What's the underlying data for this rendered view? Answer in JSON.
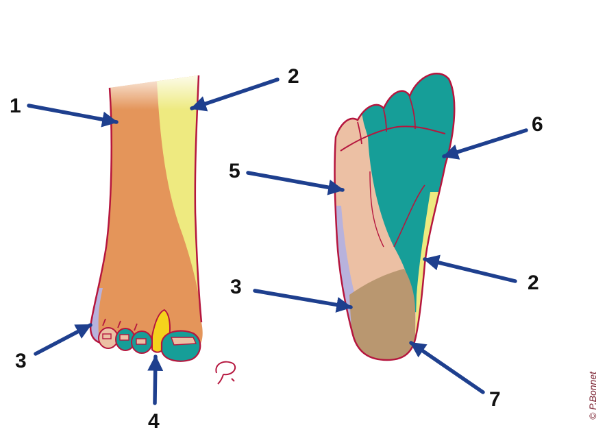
{
  "labels": {
    "l1": "1",
    "l2a": "2",
    "l2b": "2",
    "l3a": "3",
    "l3b": "3",
    "l4": "4",
    "l5": "5",
    "l6": "6",
    "l7": "7"
  },
  "credit": "© P.Bonnet",
  "colors": {
    "orange": "#e4955a",
    "yellow": "#eeea80",
    "bright_yellow": "#f5d21c",
    "teal": "#169e98",
    "pink": "#ecc0a4",
    "lavender": "#b8b2dc",
    "tan": "#b99770",
    "outline": "#b5163e",
    "arrow": "#1e3f8e"
  }
}
